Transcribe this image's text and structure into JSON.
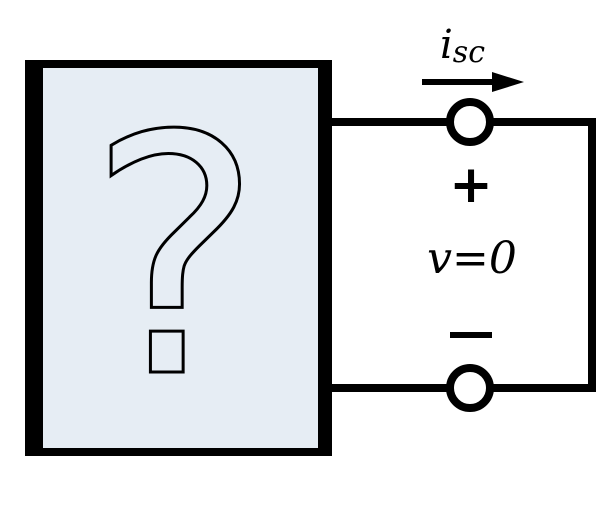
{
  "diagram": {
    "unknown_symbol": "?",
    "current_label": {
      "base": "i",
      "subscript": "sc"
    },
    "plus_sign": "+",
    "minus_sign": "−",
    "voltage_label": "v=0",
    "colors": {
      "box_fill": "#e6edf4",
      "stroke": "#000000"
    }
  }
}
